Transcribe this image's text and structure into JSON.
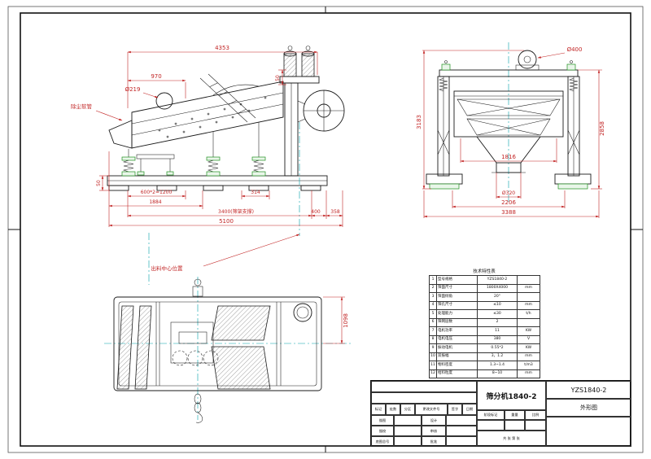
{
  "side_view": {
    "dim_total_length": "4353",
    "dim_left_section": "970",
    "dim_hose_dia": "Ø219",
    "label_dust_hose": "除尘软管",
    "dim_feed_height": "50",
    "dim_base_height": "50",
    "dim_spring_spacing": "600*2=1200",
    "dim_314": "314",
    "dim_1884": "1884",
    "dim_support": "3400(筛架支撑)",
    "dim_400": "400",
    "dim_358": "358",
    "dim_overall": "5100",
    "label_discharge_center": "出料中心位置"
  },
  "end_view": {
    "dim_motor_dia": "Ø400",
    "dim_total_height": "3183",
    "dim_body_height": "2858",
    "dim_hopper_width": "1816",
    "dim_outlet_dia": "Ø320",
    "dim_base_width": "2206",
    "dim_overall_width": "3388"
  },
  "plan_view": {
    "dim_width": "1098"
  },
  "spec_table": {
    "title": "技术特性表",
    "rows": [
      {
        "no": "1",
        "name": "型号规格",
        "value": "YZS1840-2",
        "unit": ""
      },
      {
        "no": "2",
        "name": "筛面尺寸",
        "value": "1800X4000",
        "unit": "mm"
      },
      {
        "no": "3",
        "name": "筛面倾角",
        "value": "20°",
        "unit": ""
      },
      {
        "no": "4",
        "name": "筛孔尺寸",
        "value": "≤10",
        "unit": "mm"
      },
      {
        "no": "5",
        "name": "处理能力",
        "value": "≤30",
        "unit": "t/h"
      },
      {
        "no": "6",
        "name": "筛网层数",
        "value": "2",
        "unit": ""
      },
      {
        "no": "7",
        "name": "电机功率",
        "value": "11",
        "unit": "KW"
      },
      {
        "no": "8",
        "name": "电机电压",
        "value": "380",
        "unit": "V"
      },
      {
        "no": "9",
        "name": "振动电机",
        "value": "0.55*2",
        "unit": "KW"
      },
      {
        "no": "10",
        "name": "双振幅",
        "value": "3，1.2",
        "unit": "mm"
      },
      {
        "no": "11",
        "name": "物料密度",
        "value": "1.3~1.4",
        "unit": "t/m3"
      },
      {
        "no": "12",
        "name": "给料粒度",
        "value": "8~10",
        "unit": "mm"
      }
    ]
  },
  "title_block": {
    "part_name": "筛分机1840-2",
    "model": "YZS1840-2",
    "sheet_name": "外形图",
    "rev_labels": [
      "标记",
      "处数",
      "分区",
      "更改文件号",
      "签字",
      "日期"
    ],
    "left_rows": [
      "描图",
      "描校",
      "底图总号"
    ],
    "sign_rows": [
      "设计",
      "审核",
      "批准"
    ],
    "stage_labels": [
      "阶段标记",
      "重量",
      "比例"
    ],
    "sheet_count": "共 张 第 张"
  }
}
